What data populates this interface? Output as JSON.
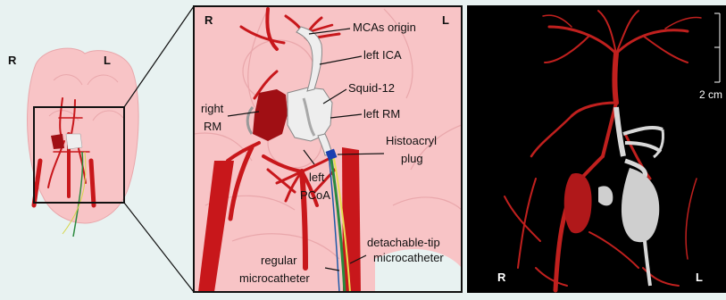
{
  "panel_a": {
    "side_right": "R",
    "side_left": "L"
  },
  "panel_b": {
    "side_right": "R",
    "side_left": "L",
    "labels": {
      "mcas_origin": "MCAs origin",
      "left_ica": "left ICA",
      "squid": "Squid-12",
      "right_rm_1": "right",
      "right_rm_2": "RM",
      "left_rm": "left RM",
      "histoacryl_1": "Histoacryl",
      "histoacryl_2": "plug",
      "left_pcoa_1": "left",
      "left_pcoa_2": "PCoA",
      "detachable_1": "detachable-tip",
      "detachable_2": "microcatheter",
      "regular_1": "regular",
      "regular_2": "microcatheter"
    }
  },
  "panel_c": {
    "side_right": "R",
    "side_left": "L",
    "scale_label": "2 cm"
  },
  "colors": {
    "artery": "#c8171b",
    "brain": "#f8c4c6",
    "background": "#e8f2f1",
    "embolized": "#d8d8d8"
  }
}
